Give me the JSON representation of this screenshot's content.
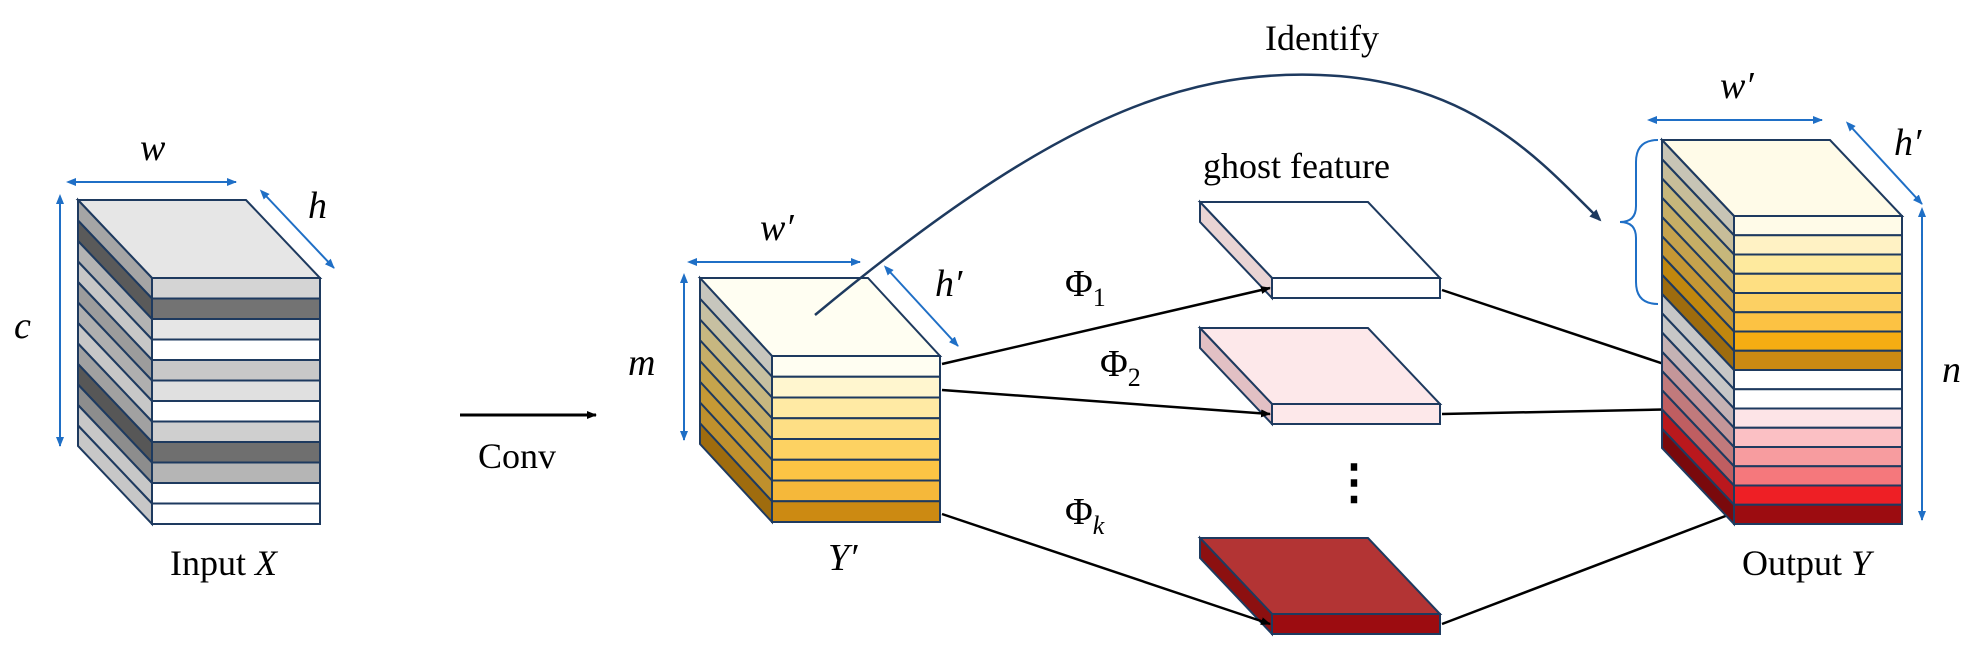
{
  "labels": {
    "input_w": "w",
    "input_h": "h",
    "input_c": "c",
    "input_caption_prefix": "Input ",
    "input_caption_var": "X",
    "conv": "Conv",
    "mid_w": "w′",
    "mid_h": "h′",
    "mid_m": "m",
    "mid_caption": "Y′",
    "identify": "Identify",
    "ghost_feature": "ghost feature",
    "phi_1": "Φ",
    "phi_1_sub": "1",
    "phi_2": "Φ",
    "phi_2_sub": "2",
    "phi_k": "Φ",
    "phi_k_sub": "k",
    "ellipsis": "⋮",
    "out_w": "w′",
    "out_h": "h′",
    "out_n": "n",
    "output_caption_prefix": "Output ",
    "output_caption_var": "Y"
  },
  "colors": {
    "dim_arrow": "#1f6fc6",
    "outline": "#1e3a5f",
    "arrow": "#000000",
    "input_slices": [
      "#d4d4d4",
      "#737373",
      "#e6e6e6",
      "#ffffff",
      "#c8c8c8",
      "#e0e0e0",
      "#ffffff",
      "#cfcfcf",
      "#6f6f6f",
      "#b5b5b5",
      "#ffffff",
      "#ffffff"
    ],
    "mid_slices": [
      "#fffef2",
      "#fff6cf",
      "#ffeaa4",
      "#fedf85",
      "#fdd262",
      "#fcc444",
      "#f5b83a",
      "#cc8a12"
    ],
    "ghost_1": "#ffffff",
    "ghost_2": "#fde8ea",
    "ghost_k": "#a90f16",
    "out_slices": [
      "#fffbe8",
      "#fff2c4",
      "#feea9e",
      "#fedf82",
      "#fcd063",
      "#fcc243",
      "#f6ad12",
      "#cb8a12",
      "#ffffff",
      "#ffffff",
      "#fde4e7",
      "#fbc0c4",
      "#f79c9f",
      "#f5787c",
      "#ee1f25",
      "#9c0c10"
    ]
  }
}
